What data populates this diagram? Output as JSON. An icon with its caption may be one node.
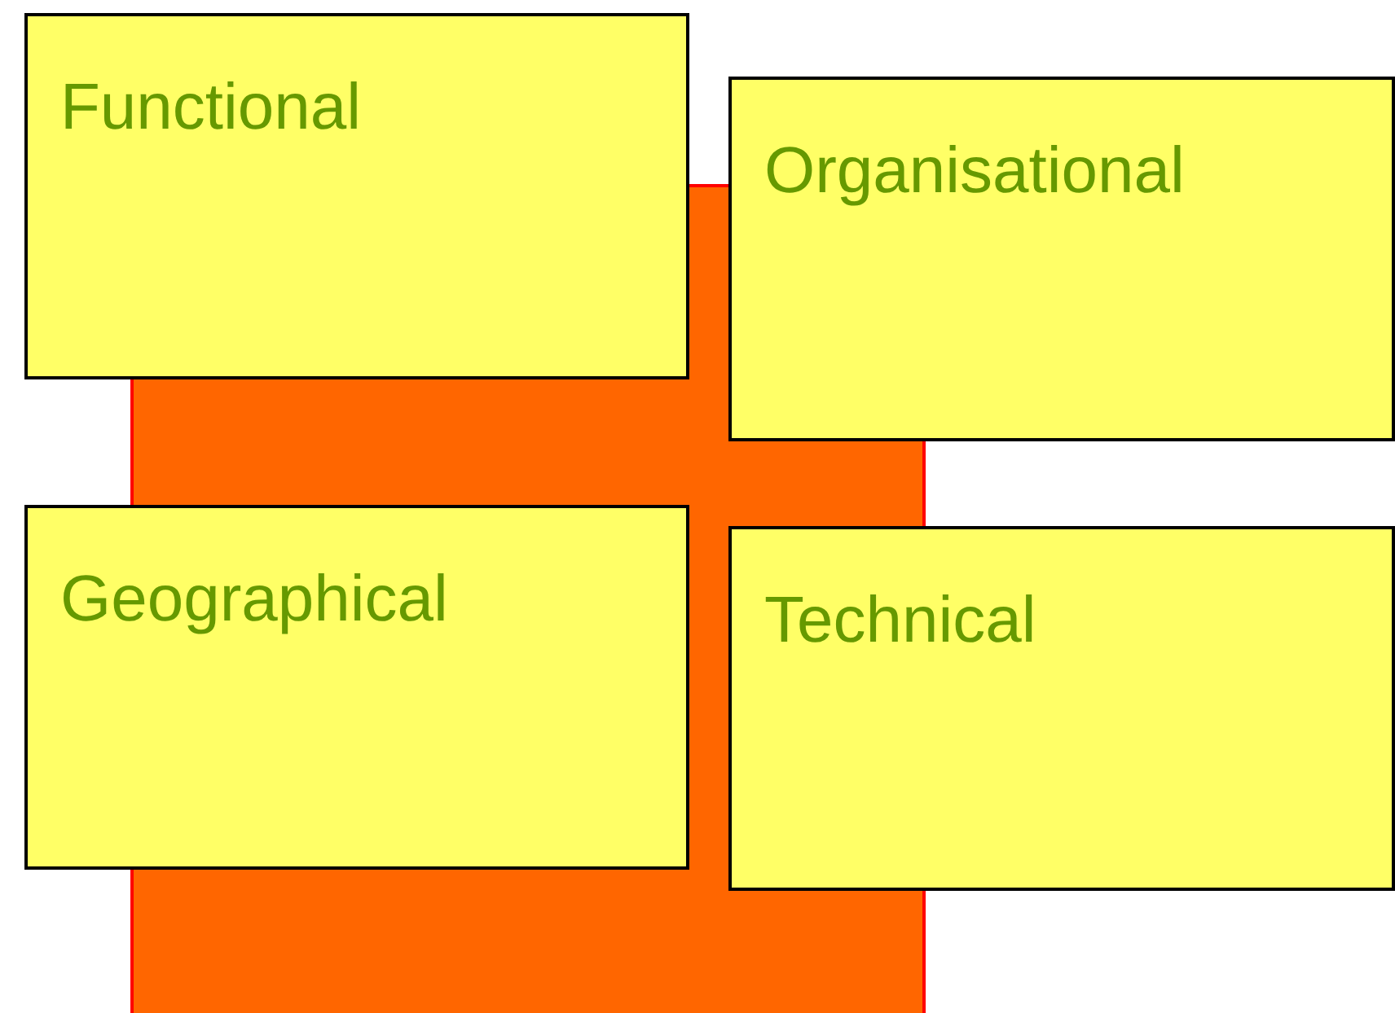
{
  "diagram": {
    "nodes": [
      {
        "text": [
          "Functional"
        ]
      },
      {
        "text": [
          "Organisational"
        ]
      },
      {
        "text": [
          "Geographical"
        ]
      },
      {
        "text": [
          "Technical"
        ]
      }
    ]
  }
}
